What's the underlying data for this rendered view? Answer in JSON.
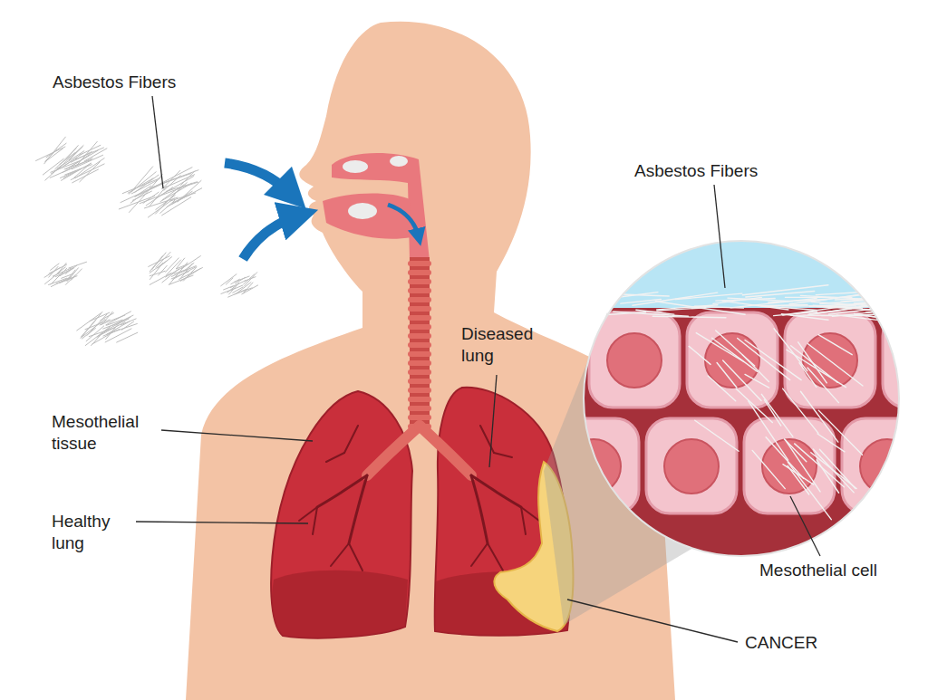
{
  "diagram": {
    "labels": [
      "Asbestos Fibers",
      "Asbestos Fibers",
      "Diseased lung",
      "Mesothelial tissue",
      "Healthy lung",
      "Mesothelial cell",
      "CANCER"
    ]
  }
}
